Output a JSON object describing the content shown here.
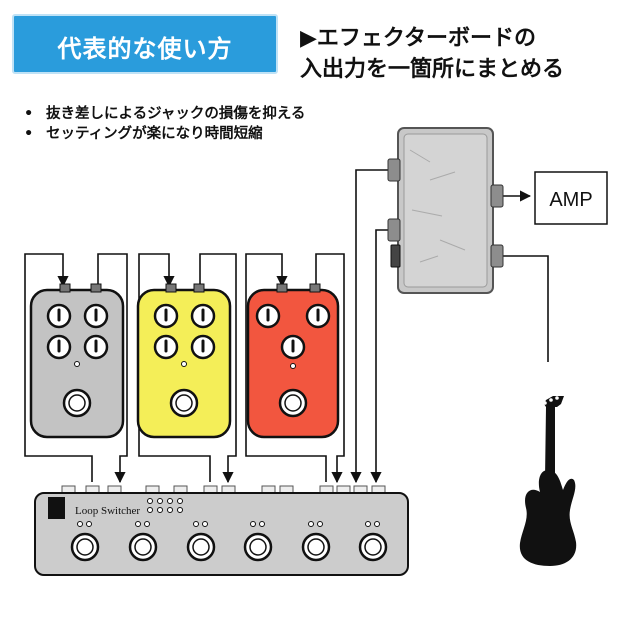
{
  "title_badge": "代表的な使い方",
  "heading": {
    "line1": "▶エフェクターボードの",
    "line2": "入出力を一箇所にまとめる"
  },
  "bullets": [
    "抜き差しによるジャックの損傷を抑える",
    "セッティングが楽になり時間短縮"
  ],
  "amp_label": "AMP",
  "switcher_label": "Loop Switcher",
  "pedals": [
    {
      "name": "gray-pedal",
      "color": "#c3c3c3"
    },
    {
      "name": "yellow-pedal",
      "color": "#f4ee58"
    },
    {
      "name": "red-pedal",
      "color": "#f2563f"
    }
  ],
  "colors": {
    "badge_bg": "#2a9cdc",
    "switcher_body": "#cccccc",
    "io_box": "#c8c8c8"
  }
}
